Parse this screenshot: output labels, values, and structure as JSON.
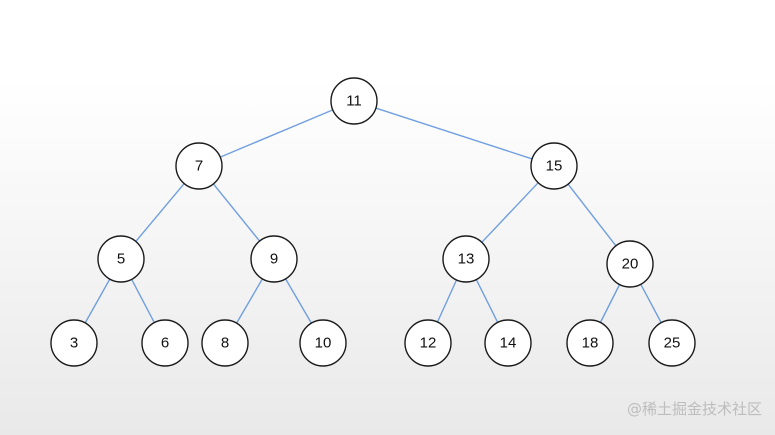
{
  "tree": {
    "nodes": [
      {
        "id": "n11",
        "label": "11"
      },
      {
        "id": "n7",
        "label": "7"
      },
      {
        "id": "n15",
        "label": "15"
      },
      {
        "id": "n5",
        "label": "5"
      },
      {
        "id": "n9",
        "label": "9"
      },
      {
        "id": "n13",
        "label": "13"
      },
      {
        "id": "n20",
        "label": "20"
      },
      {
        "id": "n3",
        "label": "3"
      },
      {
        "id": "n6",
        "label": "6"
      },
      {
        "id": "n8",
        "label": "8"
      },
      {
        "id": "n10",
        "label": "10"
      },
      {
        "id": "n12",
        "label": "12"
      },
      {
        "id": "n14",
        "label": "14"
      },
      {
        "id": "n18",
        "label": "18"
      },
      {
        "id": "n25",
        "label": "25"
      }
    ],
    "edges": [
      {
        "from": "n11",
        "to": "n7"
      },
      {
        "from": "n11",
        "to": "n15"
      },
      {
        "from": "n7",
        "to": "n5"
      },
      {
        "from": "n7",
        "to": "n9"
      },
      {
        "from": "n15",
        "to": "n13"
      },
      {
        "from": "n15",
        "to": "n20"
      },
      {
        "from": "n5",
        "to": "n3"
      },
      {
        "from": "n5",
        "to": "n6"
      },
      {
        "from": "n9",
        "to": "n8"
      },
      {
        "from": "n9",
        "to": "n10"
      },
      {
        "from": "n13",
        "to": "n12"
      },
      {
        "from": "n13",
        "to": "n14"
      },
      {
        "from": "n20",
        "to": "n18"
      },
      {
        "from": "n20",
        "to": "n25"
      }
    ]
  },
  "watermark": "@稀土掘金技术社区"
}
